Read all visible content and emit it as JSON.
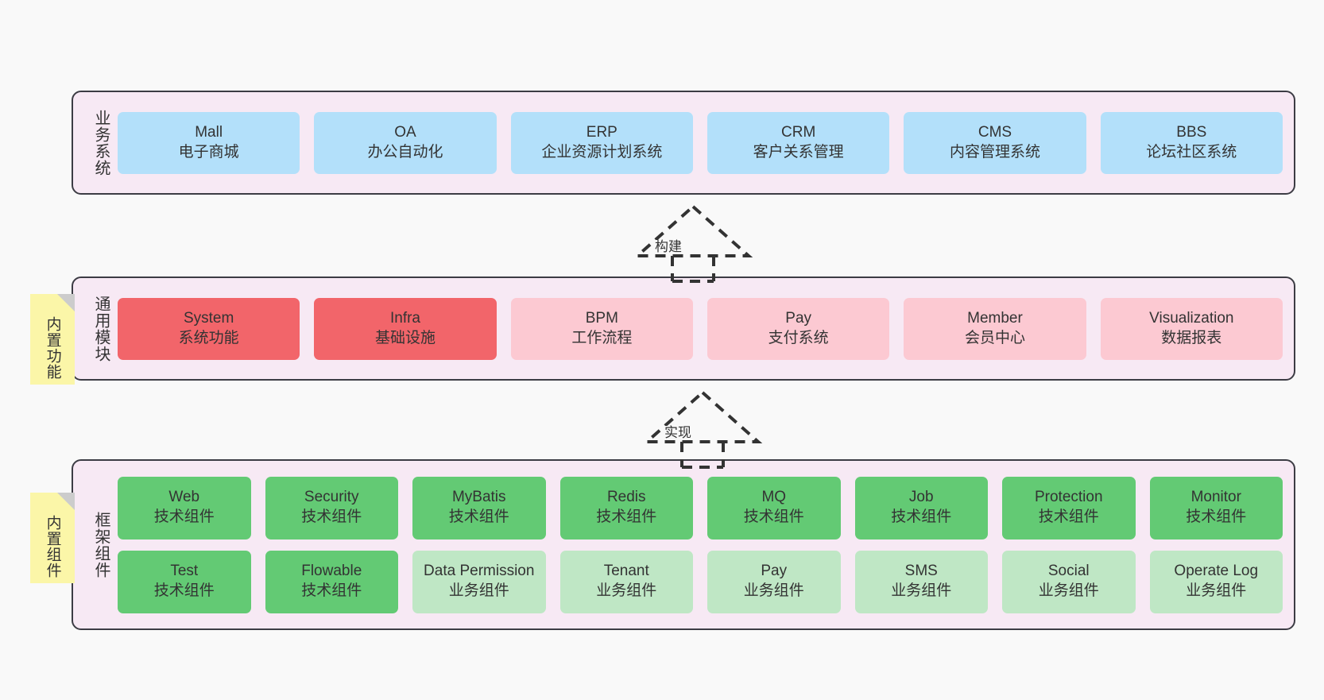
{
  "diagram": {
    "background_color": "#f9f9f9",
    "band_fill": "#f7e9f4",
    "band_stroke": "#3c3c44",
    "note_fill": "#fbf6a8",
    "note_fold": "#cccccc"
  },
  "layers": [
    {
      "id": "business-systems",
      "label": "业务系统",
      "note": null,
      "rows": [
        {
          "nodes": [
            {
              "en": "Mall",
              "cn": "电子商城",
              "color": "#b3e0fa",
              "style": "c-blue"
            },
            {
              "en": "OA",
              "cn": "办公自动化",
              "color": "#b3e0fa",
              "style": "c-blue"
            },
            {
              "en": "ERP",
              "cn": "企业资源计划系统",
              "color": "#b3e0fa",
              "style": "c-blue"
            },
            {
              "en": "CRM",
              "cn": "客户关系管理",
              "color": "#b3e0fa",
              "style": "c-blue"
            },
            {
              "en": "CMS",
              "cn": "内容管理系统",
              "color": "#b3e0fa",
              "style": "c-blue"
            },
            {
              "en": "BBS",
              "cn": "论坛社区系统",
              "color": "#b3e0fa",
              "style": "c-blue"
            }
          ]
        }
      ]
    },
    {
      "id": "common-modules",
      "label": "通用模块",
      "note": "内置功能",
      "rows": [
        {
          "nodes": [
            {
              "en": "System",
              "cn": "系统功能",
              "color": "#f2656a",
              "style": "c-red"
            },
            {
              "en": "Infra",
              "cn": "基础设施",
              "color": "#f2656a",
              "style": "c-red"
            },
            {
              "en": "BPM",
              "cn": "工作流程",
              "color": "#fcc9d2",
              "style": "c-pink"
            },
            {
              "en": "Pay",
              "cn": "支付系统",
              "color": "#fcc9d2",
              "style": "c-pink"
            },
            {
              "en": "Member",
              "cn": "会员中心",
              "color": "#fcc9d2",
              "style": "c-pink"
            },
            {
              "en": "Visualization",
              "cn": "数据报表",
              "color": "#fcc9d2",
              "style": "c-pink"
            }
          ]
        }
      ]
    },
    {
      "id": "framework-components",
      "label": "框架组件",
      "note": "内置组件",
      "rows": [
        {
          "nodes": [
            {
              "en": "Web",
              "cn": "技术组件",
              "color": "#63ca74",
              "style": "c-green"
            },
            {
              "en": "Security",
              "cn": "技术组件",
              "color": "#63ca74",
              "style": "c-green"
            },
            {
              "en": "MyBatis",
              "cn": "技术组件",
              "color": "#63ca74",
              "style": "c-green"
            },
            {
              "en": "Redis",
              "cn": "技术组件",
              "color": "#63ca74",
              "style": "c-green"
            },
            {
              "en": "MQ",
              "cn": "技术组件",
              "color": "#63ca74",
              "style": "c-green"
            },
            {
              "en": "Job",
              "cn": "技术组件",
              "color": "#63ca74",
              "style": "c-green"
            },
            {
              "en": "Protection",
              "cn": "技术组件",
              "color": "#63ca74",
              "style": "c-green"
            },
            {
              "en": "Monitor",
              "cn": "技术组件",
              "color": "#63ca74",
              "style": "c-green"
            }
          ]
        },
        {
          "nodes": [
            {
              "en": "Test",
              "cn": "技术组件",
              "color": "#63ca74",
              "style": "c-green"
            },
            {
              "en": "Flowable",
              "cn": "技术组件",
              "color": "#63ca74",
              "style": "c-green"
            },
            {
              "en": "Data Permission",
              "cn": "业务组件",
              "color": "#bfe7c5",
              "style": "c-green-light"
            },
            {
              "en": "Tenant",
              "cn": "业务组件",
              "color": "#bfe7c5",
              "style": "c-green-light"
            },
            {
              "en": "Pay",
              "cn": "业务组件",
              "color": "#bfe7c5",
              "style": "c-green-light"
            },
            {
              "en": "SMS",
              "cn": "业务组件",
              "color": "#bfe7c5",
              "style": "c-green-light"
            },
            {
              "en": "Social",
              "cn": "业务组件",
              "color": "#bfe7c5",
              "style": "c-green-light"
            },
            {
              "en": "Operate Log",
              "cn": "业务组件",
              "color": "#bfe7c5",
              "style": "c-green-light"
            }
          ]
        }
      ]
    }
  ],
  "connectors": [
    {
      "id": "build",
      "label": "构建",
      "from": "common-modules",
      "to": "business-systems"
    },
    {
      "id": "implement",
      "label": "实现",
      "from": "framework-components",
      "to": "common-modules"
    }
  ]
}
